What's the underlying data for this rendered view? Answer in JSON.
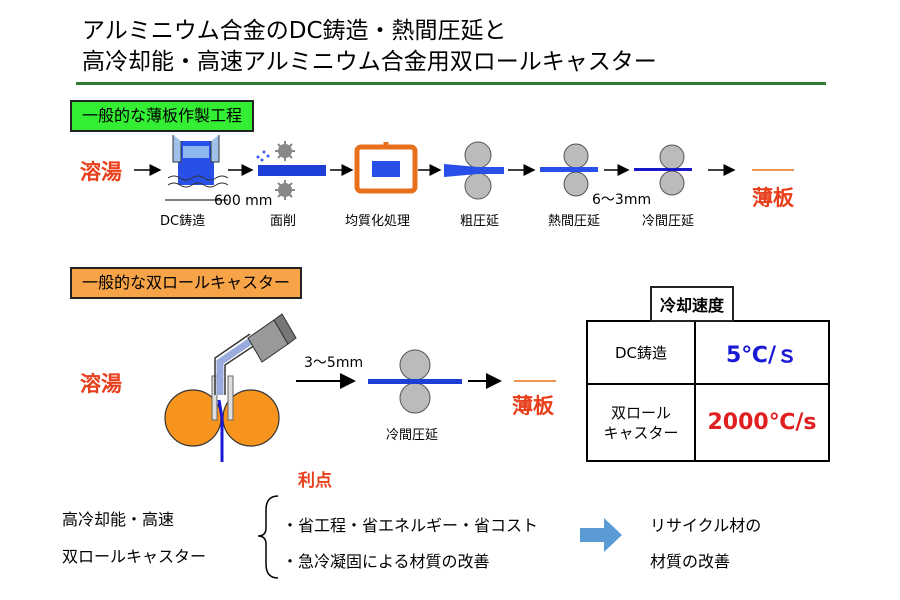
{
  "title": {
    "line1": "アルミニウム合金のDC鋳造・熱間圧延と",
    "line2": "高冷却能・高速アルミニウム合金用双ロールキャスター"
  },
  "conventional": {
    "tag": "一般的な薄板作製工程",
    "input_label": "溶湯",
    "output_label": "薄板",
    "thickness_start": "600 mm",
    "thickness_end": "6～3mm",
    "steps": [
      "DC鋳造",
      "面削",
      "均質化処理",
      "粗圧延",
      "熱間圧延",
      "冷間圧延"
    ]
  },
  "twin_roll": {
    "tag": "一般的な双ロールキャスター",
    "input_label": "溶湯",
    "output_label": "薄板",
    "thickness": "3～5mm",
    "step": "冷間圧延"
  },
  "cooling_rate": {
    "title": "冷却速度",
    "rows": [
      {
        "method": "DC鋳造",
        "value": "5℃/ｓ",
        "color": "#1a1ad6"
      },
      {
        "method": "双ロール\nキャスター",
        "value": "2000℃/s",
        "color": "#e02020"
      }
    ]
  },
  "benefits": {
    "subject_line1": "高冷却能・高速",
    "subject_line2": "双ロールキャスター",
    "heading": "利点",
    "items": [
      "・省工程・省エネルギー・省コスト",
      "・急冷凝固による材質の改善"
    ],
    "result_line1": "リサイクル材の",
    "result_line2": "材質の改善"
  },
  "colors": {
    "accent_red": "#e8401c",
    "rule_green": "#2e7d32",
    "tag_green": "#33ee33",
    "tag_orange": "#f7a347",
    "strip_blue": "#2850e8",
    "arrow_blue": "#5b9bd5",
    "roll_orange": "#f7941d"
  }
}
